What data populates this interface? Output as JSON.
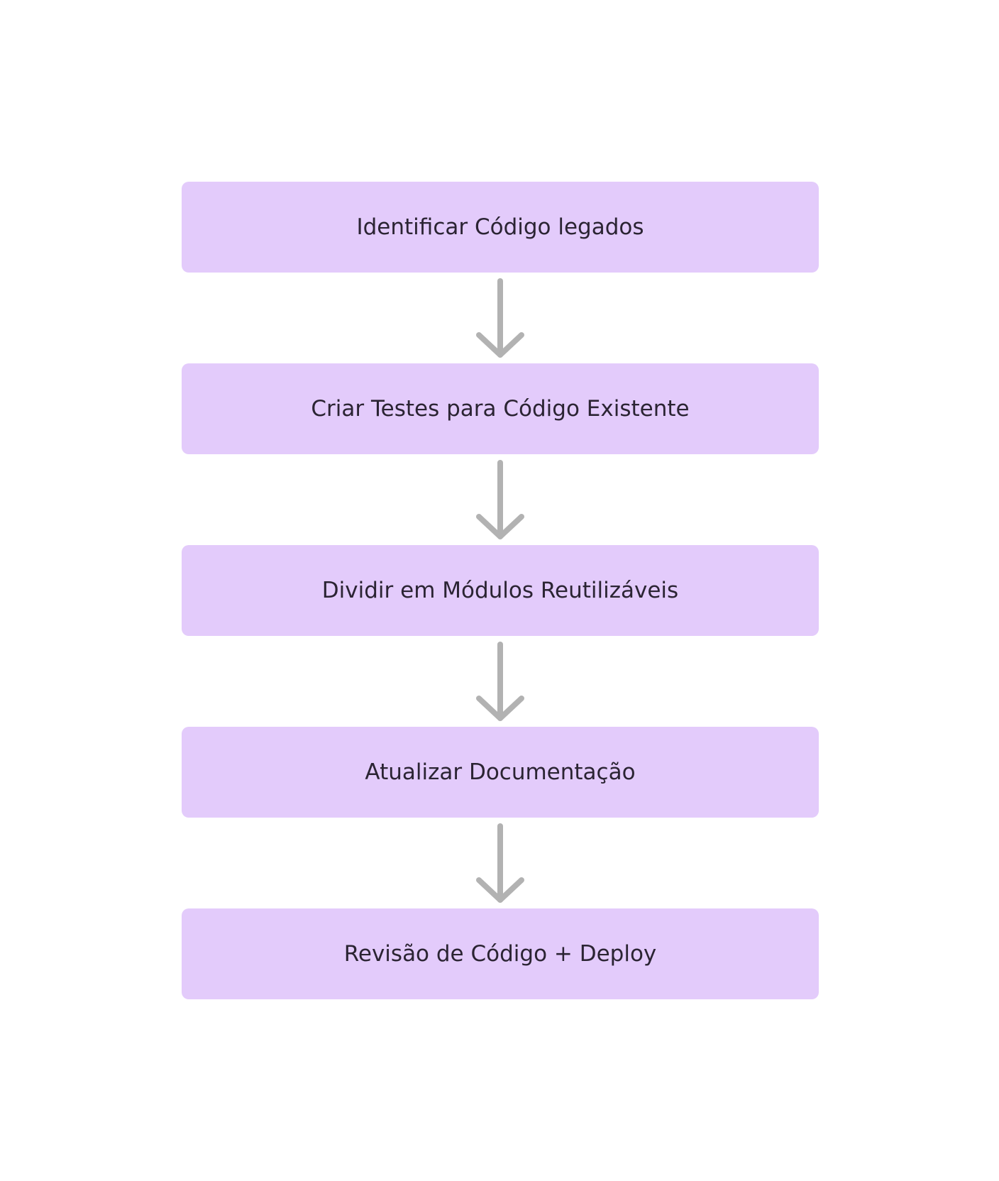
{
  "colors": {
    "background": "#ffffff",
    "step_fill": "#e3cbfb",
    "step_text": "#2b2433",
    "arrow": "#b2b2b2"
  },
  "flow": {
    "steps": [
      {
        "label": "Identificar Código legados"
      },
      {
        "label": "Criar Testes para Código Existente"
      },
      {
        "label": "Dividir em Módulos Reutilizáveis"
      },
      {
        "label": "Atualizar Documentação"
      },
      {
        "label": "Revisão de Código + Deploy"
      }
    ],
    "arrow_icon": "down-arrow-icon"
  }
}
